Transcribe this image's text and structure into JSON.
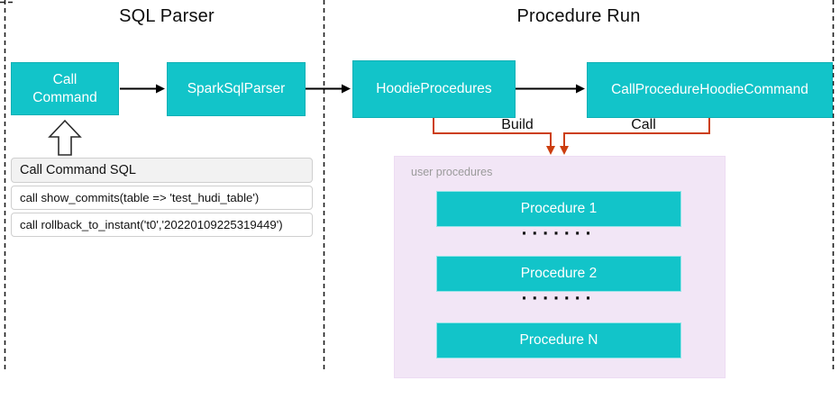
{
  "diagram": {
    "colors": {
      "node_teal": "#12c4c9",
      "connector_orange": "#cc3e0f",
      "connector_black": "#000000",
      "user_procedures_bg": "#f2e6f6",
      "label_gray": "#9b9b9b"
    },
    "sections": {
      "sql_parser": {
        "title": "SQL Parser",
        "nodes": {
          "call_command": "Call Command",
          "spark_sql_parser": "SparkSqlParser"
        },
        "sql_panel": {
          "header": "Call Command SQL",
          "rows": [
            "call show_commits(table => 'test_hudi_table')",
            "call rollback_to_instant('t0','20220109225319449')"
          ]
        }
      },
      "procedure_run": {
        "title": "Procedure Run",
        "nodes": {
          "hoodie_procedures": "HoodieProcedures",
          "call_procedure_hoodie_command": "CallProcedureHoodieCommand"
        },
        "edge_labels": {
          "build": "Build",
          "call": "Call"
        },
        "user_procedures": {
          "label": "user procedures",
          "items": [
            "Procedure 1",
            "Procedure 2",
            "Procedure N"
          ],
          "ellipsis": "......."
        }
      }
    }
  }
}
